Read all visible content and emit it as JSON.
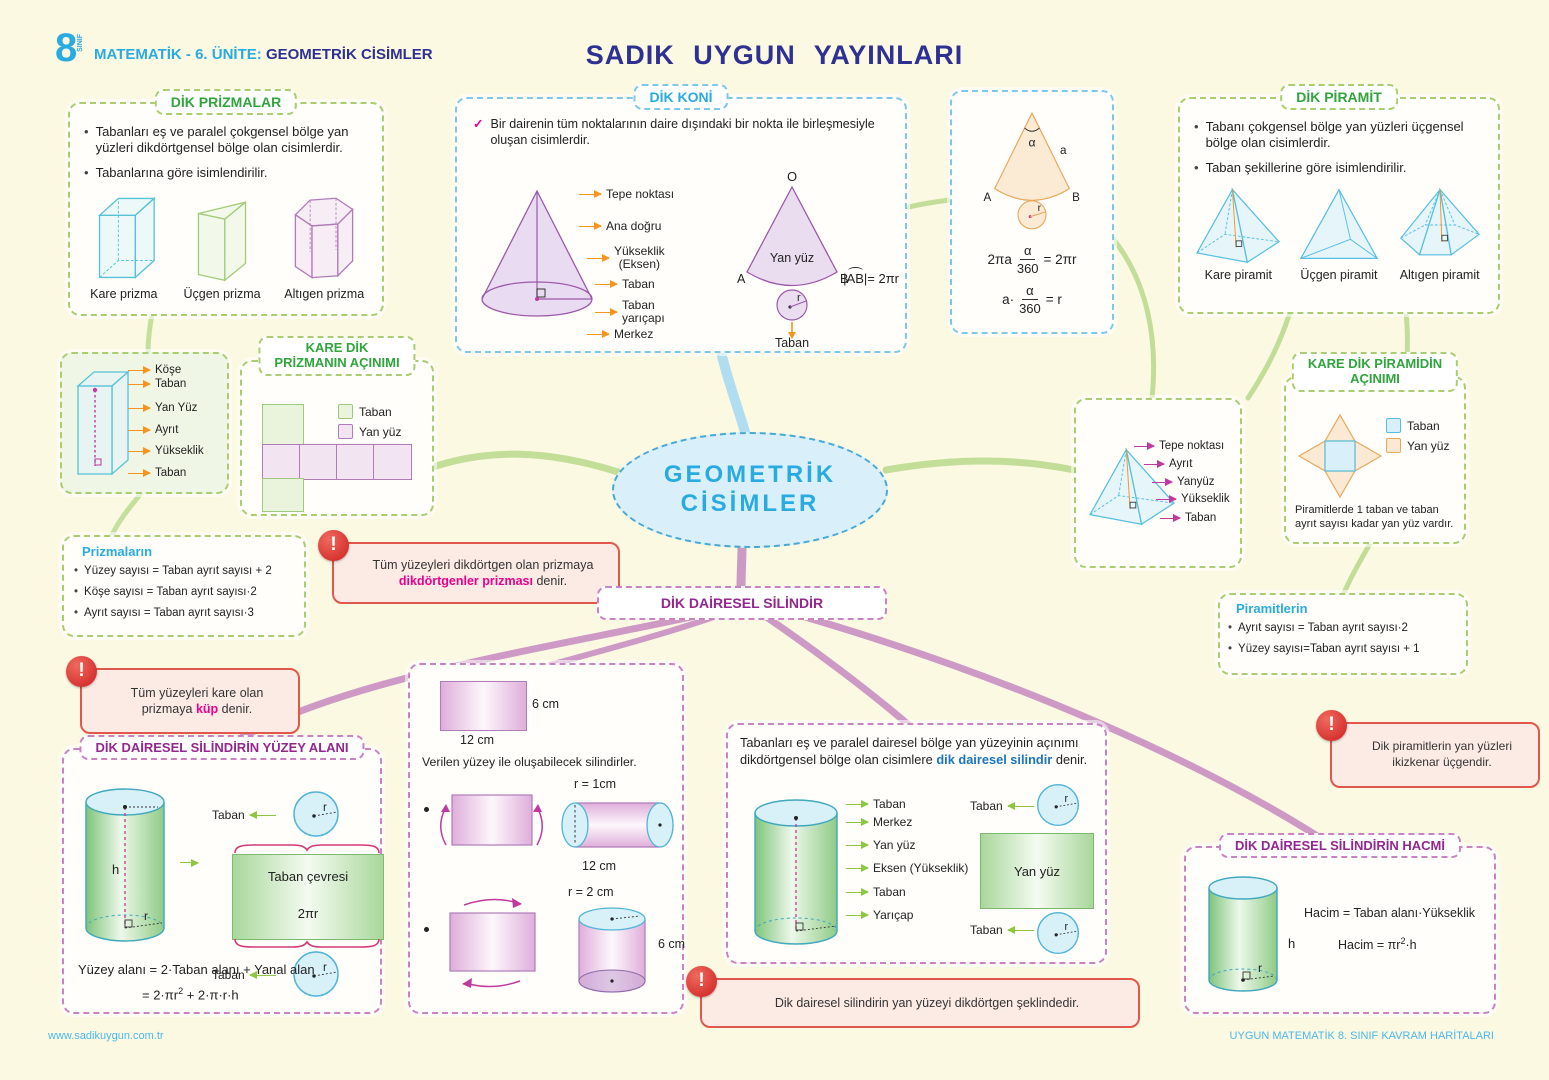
{
  "header": {
    "grade": "8",
    "grade_word": "SINIF",
    "unit_prefix": "MATEMATİK - 6. ÜNİTE:",
    "unit_title": "GEOMETRİK CİSİMLER",
    "publisher": "SADIK UYGUN YAYINLARI"
  },
  "cloud": {
    "line1": "GEOMETRİK",
    "line2": "CİSİMLER"
  },
  "prizmalar": {
    "title": "DİK PRİZMALAR",
    "bullet1": "Tabanları eş ve paralel çokgensel bölge yan yüzleri dikdörtgensel bölge olan cisimlerdir.",
    "bullet2": "Tabanlarına göre isimlendirilir.",
    "label1": "Kare prizma",
    "label2": "Üçgen prizma",
    "label3": "Altıgen prizma"
  },
  "koni": {
    "title": "DİK KONİ",
    "check": "✓",
    "desc": "Bir dairenin tüm noktalarının daire dışındaki bir nokta ile birleşmesiyle oluşan cisimlerdir.",
    "lbl_tepe": "Tepe noktası",
    "lbl_ana": "Ana doğru",
    "lbl_yuk": "Yükseklik",
    "lbl_eksen": "(Eksen)",
    "lbl_taban": "Taban",
    "lbl_tyar1": "Taban",
    "lbl_tyar2": "yarıçapı",
    "lbl_merkez": "Merkez",
    "net_O": "O",
    "net_yanyuz": "Yan yüz",
    "net_A": "A",
    "net_B": "B",
    "net_r": "r",
    "net_taban": "Taban",
    "f_pre": "|",
    "f_ab": "AB",
    "f_post": "|= 2πr"
  },
  "sektor": {
    "alpha": "α",
    "a": "a",
    "A": "A",
    "B": "B",
    "r": "r",
    "f1_pre": "2πa",
    "f1_num": "α",
    "f1_den": "360",
    "f1_post": "= 2πr",
    "f2_pre": "a·",
    "f2_num": "α",
    "f2_den": "360",
    "f2_post": "= r"
  },
  "piramit": {
    "title": "DİK PİRAMİT",
    "bullet1": "Tabanı çokgensel bölge yan yüzleri üçgensel bölge olan cisimlerdir.",
    "bullet2": "Taban şekillerine göre isimlendirilir.",
    "label1": "Kare piramit",
    "label2": "Üçgen piramit",
    "label3": "Altıgen piramit"
  },
  "prizma_anatomi": {
    "lbl1": "Köşe",
    "lbl2": "Taban",
    "lbl3": "Yan Yüz",
    "lbl4": "Ayrıt",
    "lbl5": "Yükseklik",
    "lbl6": "Taban"
  },
  "prizma_acilim": {
    "title1": "KARE DİK",
    "title2": "PRİZMANIN AÇINIMI",
    "leg1": "Taban",
    "leg2": "Yan yüz"
  },
  "prizmalarin": {
    "title": "Prizmaların",
    "item1": "Yüzey sayısı = Taban ayrıt sayısı + 2",
    "item2": "Köşe sayısı = Taban ayrıt sayısı·2",
    "item3": "Ayrıt sayısı = Taban ayrıt sayısı·3"
  },
  "uyari_dikdortgen": {
    "pre": "Tüm yüzeyleri dikdörtgen olan prizmaya",
    "hl": "dikdörtgenler prizması",
    "post": "denir."
  },
  "uyari_kup": {
    "pre": "Tüm yüzeyleri kare olan prizmaya",
    "hl": "küp",
    "post": "denir."
  },
  "silindir": {
    "title": "DİK DAİRESEL SİLİNDİR"
  },
  "piramit_anatomi": {
    "lbl1": "Tepe noktası",
    "lbl2": "Ayrıt",
    "lbl3": "Yanyüz",
    "lbl4": "Yükseklik",
    "lbl5": "Taban"
  },
  "piramit_acilim": {
    "title1": "KARE DİK PİRAMİDİN",
    "title2": "AÇINIMI",
    "leg1": "Taban",
    "leg2": "Yan yüz",
    "note": "Piramitlerde 1 taban ve taban ayrıt sayısı kadar yan yüz vardır."
  },
  "piramitlerin": {
    "title": "Piramitlerin",
    "item1": "Ayrıt sayısı = Taban ayrıt sayısı·2",
    "item2": "Yüzey sayısı=Taban ayrıt sayısı + 1"
  },
  "uyari_piramit": {
    "text": "Dik piramitlerin yan yüzleri ikizkenar üçgendir."
  },
  "yuzey": {
    "title": "DİK DAİRESEL SİLİNDİRİN YÜZEY ALANI",
    "h": "h",
    "r": "r",
    "taban_ust": "Taban",
    "taban_alt": "Taban",
    "r_ust": "r",
    "r_alt": "r",
    "cevre": "Taban çevresi",
    "cevre2": "2πr",
    "f1": "Yüzey alanı = 2·Taban alanı + Yanal alan",
    "f2_pre": "= 2·πr",
    "f2_sup": "2",
    "f2_post": " + 2·π·r·h"
  },
  "olusum": {
    "h": "6 cm",
    "w": "12 cm",
    "caption": "Verilen yüzey ile oluşabilecek silindirler.",
    "c1_r": "r = 1cm",
    "c1_l": "12 cm",
    "c2_r": "r = 2 cm",
    "c2_h": "6 cm"
  },
  "silindir_anatomi": {
    "desc_pre": "Tabanları eş ve paralel dairesel bölge yan yüzeyinin açınımı dikdörtgensel bölge olan cisimlere ",
    "desc_hl": "dik dairesel silindir",
    "desc_post": " denir.",
    "lbl1": "Taban",
    "lbl2": "Merkez",
    "lbl3": "Yan yüz",
    "lbl4": "Eksen (Yükseklik)",
    "lbl5": "Taban",
    "lbl6": "Yarıçap",
    "net_taban1": "Taban",
    "net_taban2": "Taban",
    "net_yanyuz": "Yan yüz",
    "net_r1": "r",
    "net_r2": "r"
  },
  "hacim": {
    "title": "DİK DAİRESEL SİLİNDİRİN HACMİ",
    "h": "h",
    "r": "r",
    "f1": "Hacim = Taban alanı·Yükseklik",
    "f2_pre": "Hacim = πr",
    "f2_sup": "2",
    "f2_post": "·h"
  },
  "uyari_silindir": {
    "text": "Dik dairesel silindirin yan yüzeyi dikdörtgen şeklindedir."
  },
  "footer": {
    "left": "www.sadikuygun.com.tr",
    "right": "UYGUN MATEMATİK 8. SINIF KAVRAM HARİTALARI"
  }
}
